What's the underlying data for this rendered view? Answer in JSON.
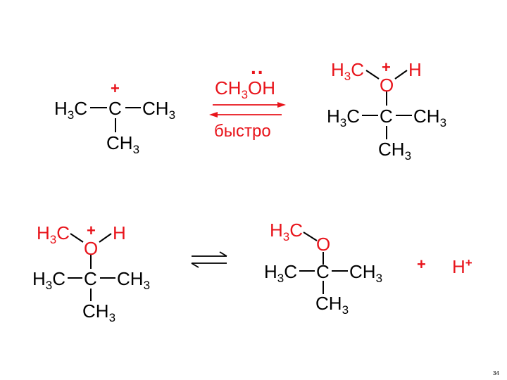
{
  "colors": {
    "black": "#000000",
    "red": "#e8141b"
  },
  "reaction1": {
    "cation": {
      "charge": "+",
      "left_group": "H",
      "left_sub": "3",
      "left_group2": "C",
      "center": "C",
      "right_group": "CH",
      "right_sub": "3",
      "bottom_group": "CH",
      "bottom_sub": "3"
    },
    "reagent": {
      "lone_pair": "..",
      "formula": "CH",
      "sub": "3",
      "formula2": "OH"
    },
    "condition": "быстро",
    "product": {
      "methyl": "H",
      "methyl_sub": "3",
      "methyl2": "C",
      "charge": "+",
      "oxygen": "O",
      "hydrogen": "H",
      "left_group": "H",
      "left_sub": "3",
      "left_group2": "C",
      "center": "C",
      "right_group": "CH",
      "right_sub": "3",
      "bottom_group": "CH",
      "bottom_sub": "3"
    }
  },
  "reaction2": {
    "reactant": {
      "methyl": "H",
      "methyl_sub": "3",
      "methyl2": "C",
      "charge": "+",
      "oxygen": "O",
      "hydrogen": "H",
      "left_group": "H",
      "left_sub": "3",
      "left_group2": "C",
      "center": "C",
      "right_group": "CH",
      "right_sub": "3",
      "bottom_group": "CH",
      "bottom_sub": "3"
    },
    "product": {
      "methyl": "H",
      "methyl_sub": "3",
      "methyl2": "C",
      "oxygen": "O",
      "left_group": "H",
      "left_sub": "3",
      "left_group2": "C",
      "center": "C",
      "right_group": "CH",
      "right_sub": "3",
      "bottom_group": "CH",
      "bottom_sub": "3"
    },
    "plus_sign": "+",
    "proton": "H",
    "proton_charge": "+"
  },
  "page_number": "34"
}
